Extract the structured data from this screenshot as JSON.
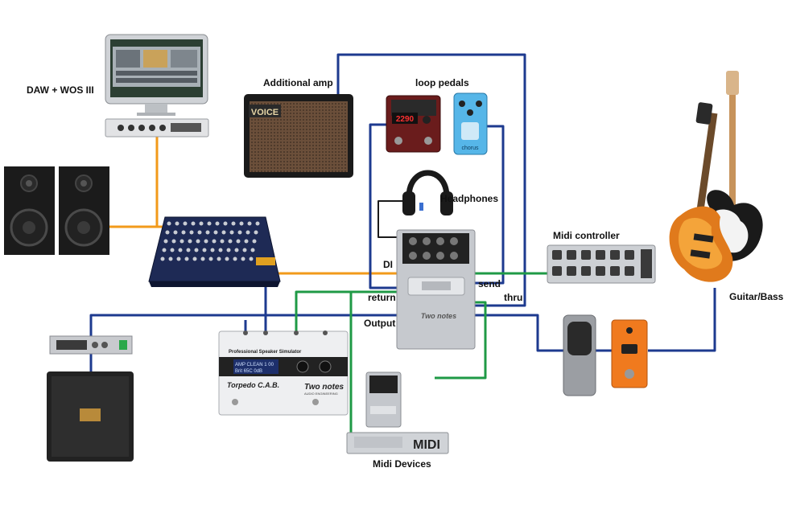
{
  "labels": {
    "daw": "DAW + WOS III",
    "additional_amp": "Additional amp",
    "loop_pedals": "loop pedals",
    "headphones": "Headphones",
    "midi_controller": "Midi controller",
    "guitar_bass": "Guitar/Bass",
    "di": "DI",
    "send": "send",
    "return": "return",
    "thru": "thru",
    "output": "Output",
    "midi_devices": "Midi Devices"
  },
  "device_text": {
    "amp_badge": "VOICE",
    "looper_display": "2290",
    "chorus": "chorus",
    "torpedo_header": "Professional Speaker Simulator",
    "torpedo_screen_line1": "AMP CLEAN 1  00",
    "torpedo_screen_line2": "Brit 65C     0dB",
    "torpedo_name": "Torpedo C.A.B.",
    "two_notes": "Two notes",
    "audio_engineering": "AUDIO ENGINEERING",
    "midi_box": "MIDI"
  },
  "cable_colors": {
    "blue": "#1d3a8f",
    "orange": "#f29a1a",
    "green": "#1f9a46",
    "black": "#1a1a1a"
  }
}
